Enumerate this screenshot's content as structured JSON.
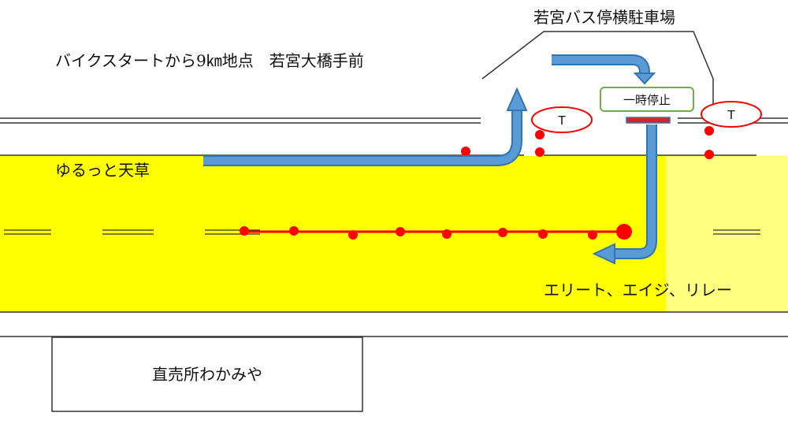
{
  "labels": {
    "location": "バイクスタートから9㎞地点　若宮大橋手前",
    "parking": "若宮バス停横駐車場",
    "stop_sign": "一時停止",
    "course_yurutto": "ゆるっと天草",
    "course_elite": "エリート、エイジ、リレー",
    "shop": "直売所わかみや",
    "traffic_marker_left": "T",
    "traffic_marker_right": "T"
  },
  "colors": {
    "road_fill": "#ffff00",
    "road_fill_pale": "#ffff80",
    "arrow_fill": "#5b9bd5",
    "arrow_stroke": "#2e75b6",
    "cone_red": "#ff0000",
    "stop_box_border": "#70ad47",
    "line_dark": "#333333"
  },
  "icons": {
    "arrows": "flow-arrow",
    "cones": "traffic-cone-dot",
    "markers": "traffic-guard-marker"
  }
}
